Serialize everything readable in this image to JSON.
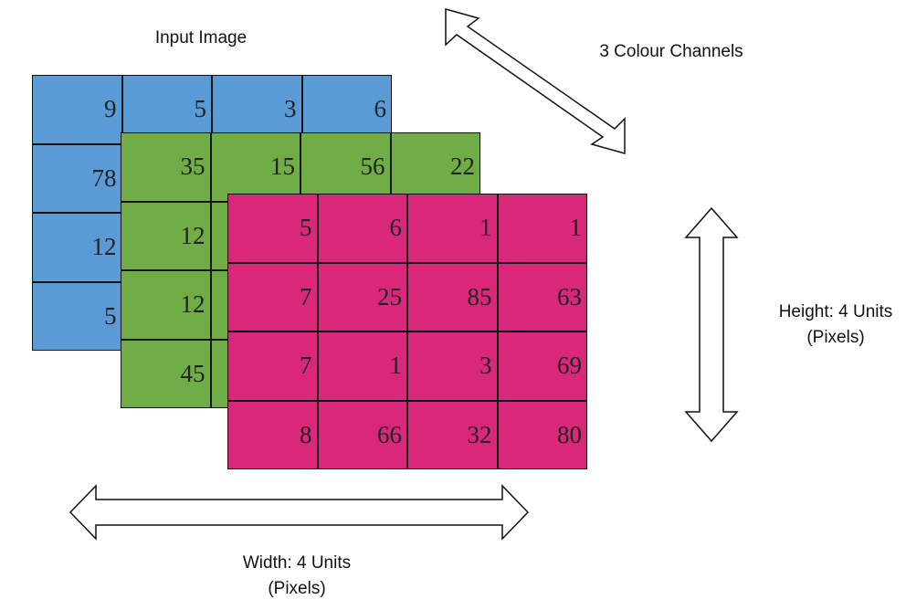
{
  "labels": {
    "title": "Input Image",
    "channels": "3 Colour Channels",
    "height_line1": "Height: 4 Units",
    "height_line2": "(Pixels)",
    "width_line1": "Width: 4 Units",
    "width_line2": "(Pixels)"
  },
  "colors": {
    "blue": "#5b9bd5",
    "green": "#70ad47",
    "magenta": "#d9287a"
  },
  "channels": [
    {
      "name": "blue",
      "rows": [
        [
          "9",
          "5",
          "3",
          "6"
        ],
        [
          "78",
          "",
          "",
          ""
        ],
        [
          "12",
          "",
          "",
          ""
        ],
        [
          "5",
          "",
          "",
          ""
        ]
      ]
    },
    {
      "name": "green",
      "rows": [
        [
          "35",
          "15",
          "56",
          "22"
        ],
        [
          "12",
          "",
          "",
          ""
        ],
        [
          "12",
          "",
          "",
          ""
        ],
        [
          "45",
          "",
          "",
          ""
        ]
      ]
    },
    {
      "name": "magenta",
      "rows": [
        [
          "5",
          "6",
          "1",
          "1"
        ],
        [
          "7",
          "25",
          "85",
          "63"
        ],
        [
          "7",
          "1",
          "3",
          "69"
        ],
        [
          "8",
          "66",
          "32",
          "80"
        ]
      ]
    }
  ]
}
